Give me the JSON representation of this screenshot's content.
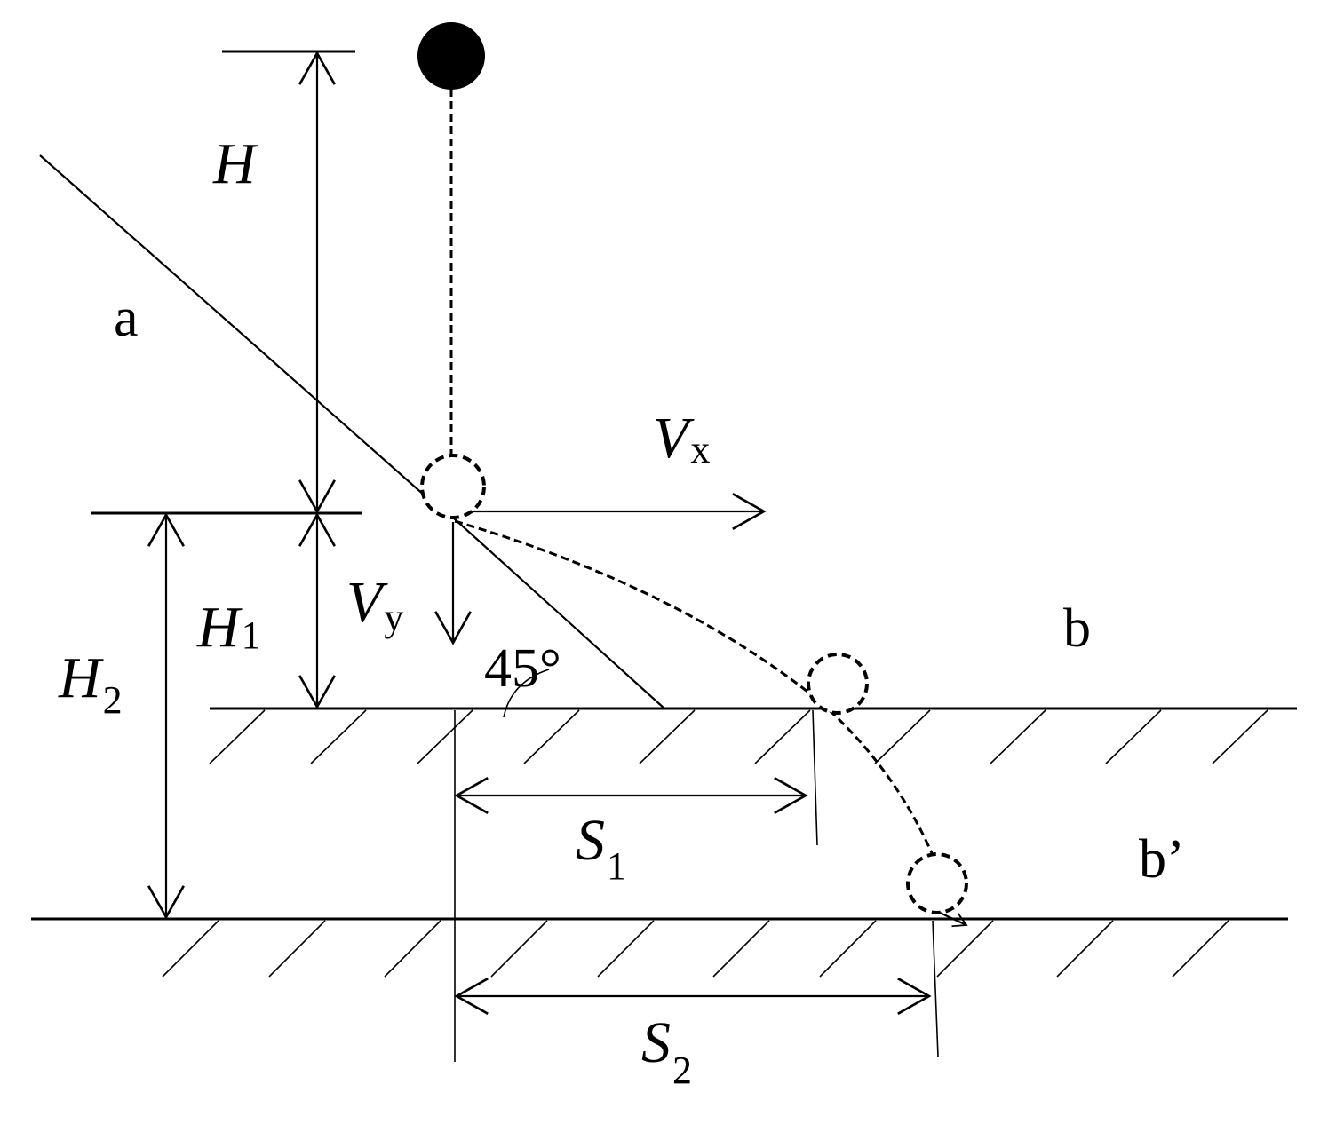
{
  "labels": {
    "H": "H",
    "H1_main": "H",
    "H1_sub": "1",
    "H2_main": "H",
    "H2_sub": "2",
    "a": "a",
    "b": "b",
    "b_prime": "b’",
    "Vx_main": "V",
    "Vx_sub": "x",
    "Vy_main": "V",
    "Vy_sub": "y",
    "angle": "45°",
    "S1_main": "S",
    "S1_sub": "1",
    "S2_main": "S",
    "S2_sub": "2"
  }
}
